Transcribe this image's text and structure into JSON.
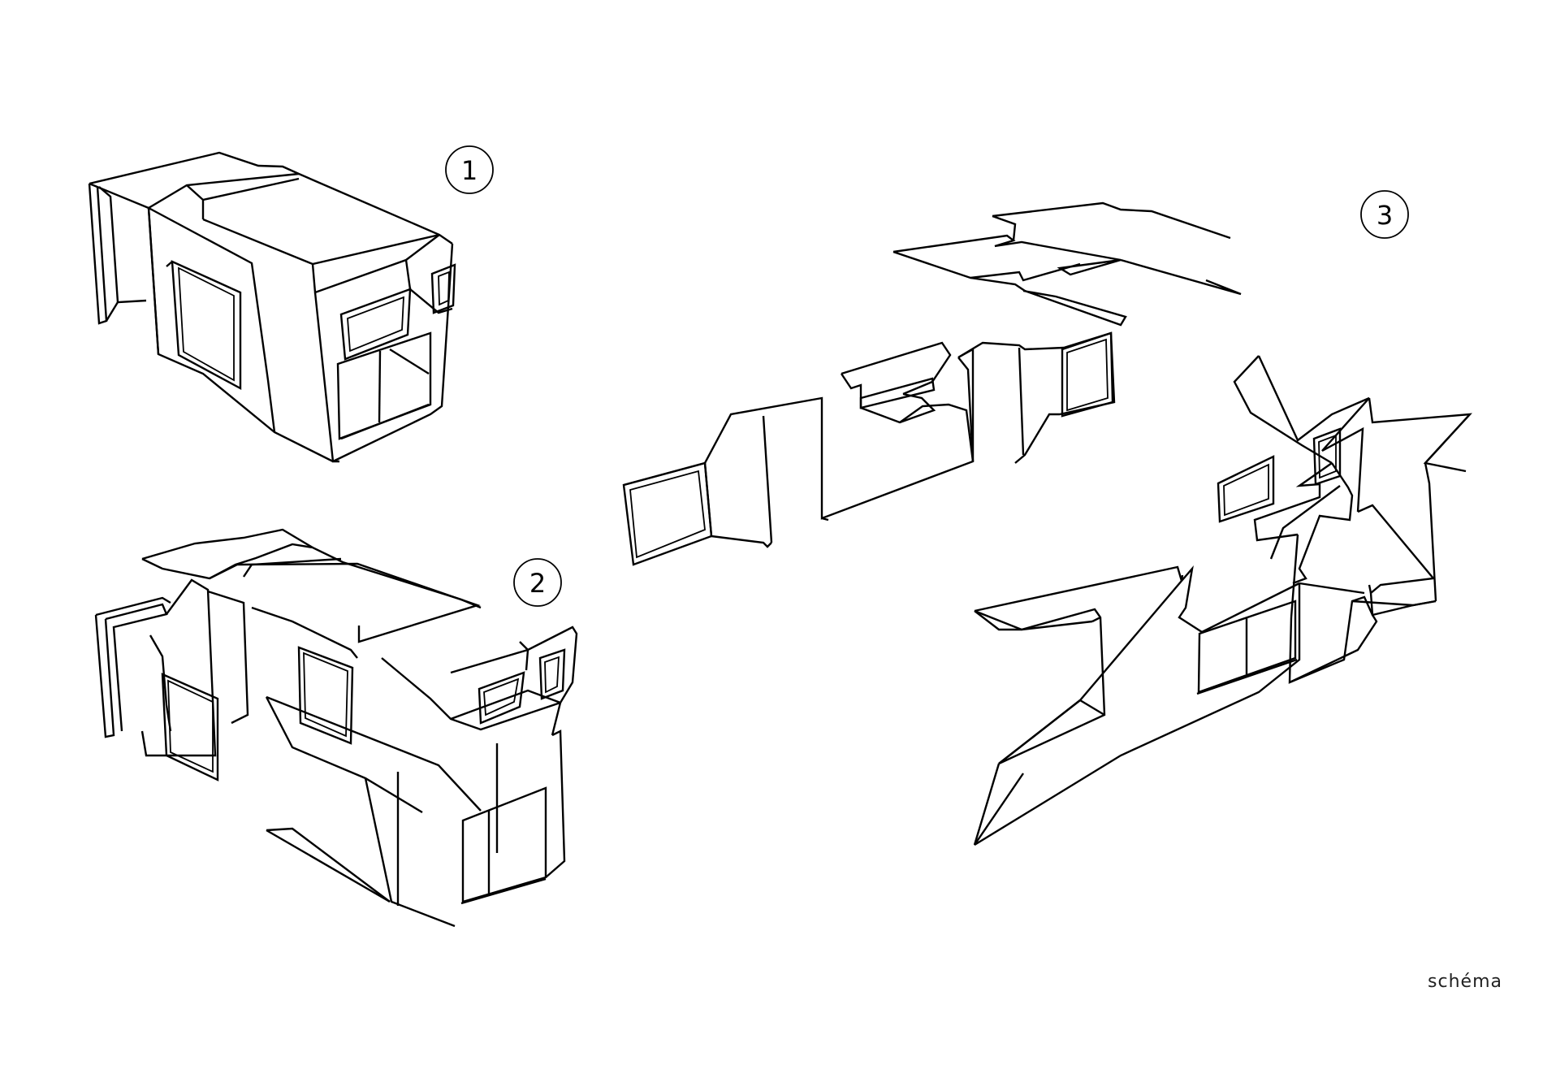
{
  "steps": [
    {
      "label": "1"
    },
    {
      "label": "2"
    },
    {
      "label": "3"
    }
  ],
  "caption": "schéma"
}
